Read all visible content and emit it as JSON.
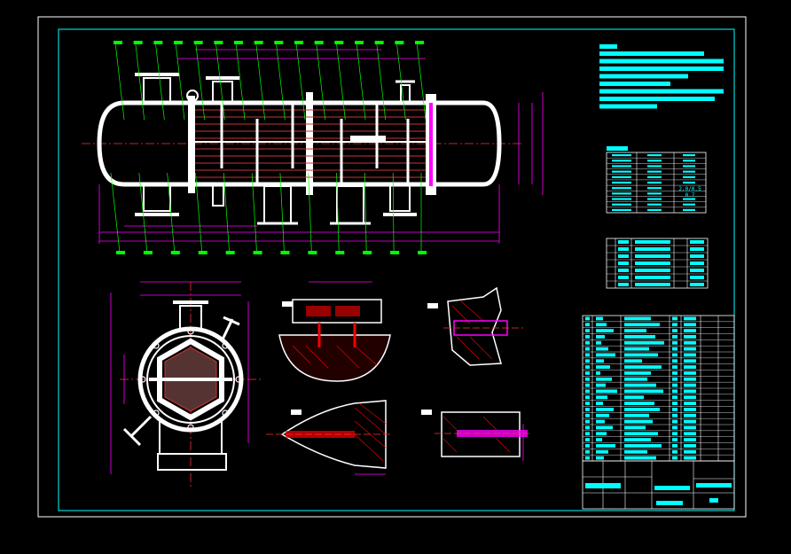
{
  "drawing": {
    "background": "#000000",
    "colors": {
      "outline": "#ffffff",
      "leader": "#00ff00",
      "dimension": "#ff00ff",
      "text": "#00ffff",
      "hatch": "#ff0000",
      "center": "#ff3333",
      "tube": "#cc3333"
    },
    "balloons_top_count": 16,
    "balloons_bottom_count": 12
  },
  "panels": {
    "technical_notes_rows": 8,
    "design_data_rows": 11,
    "nozzle_table_rows": 7,
    "parts_list_rows": 24
  },
  "design_data_values": {
    "value_a": "2.0/0.5",
    "value_b": "0.7"
  }
}
